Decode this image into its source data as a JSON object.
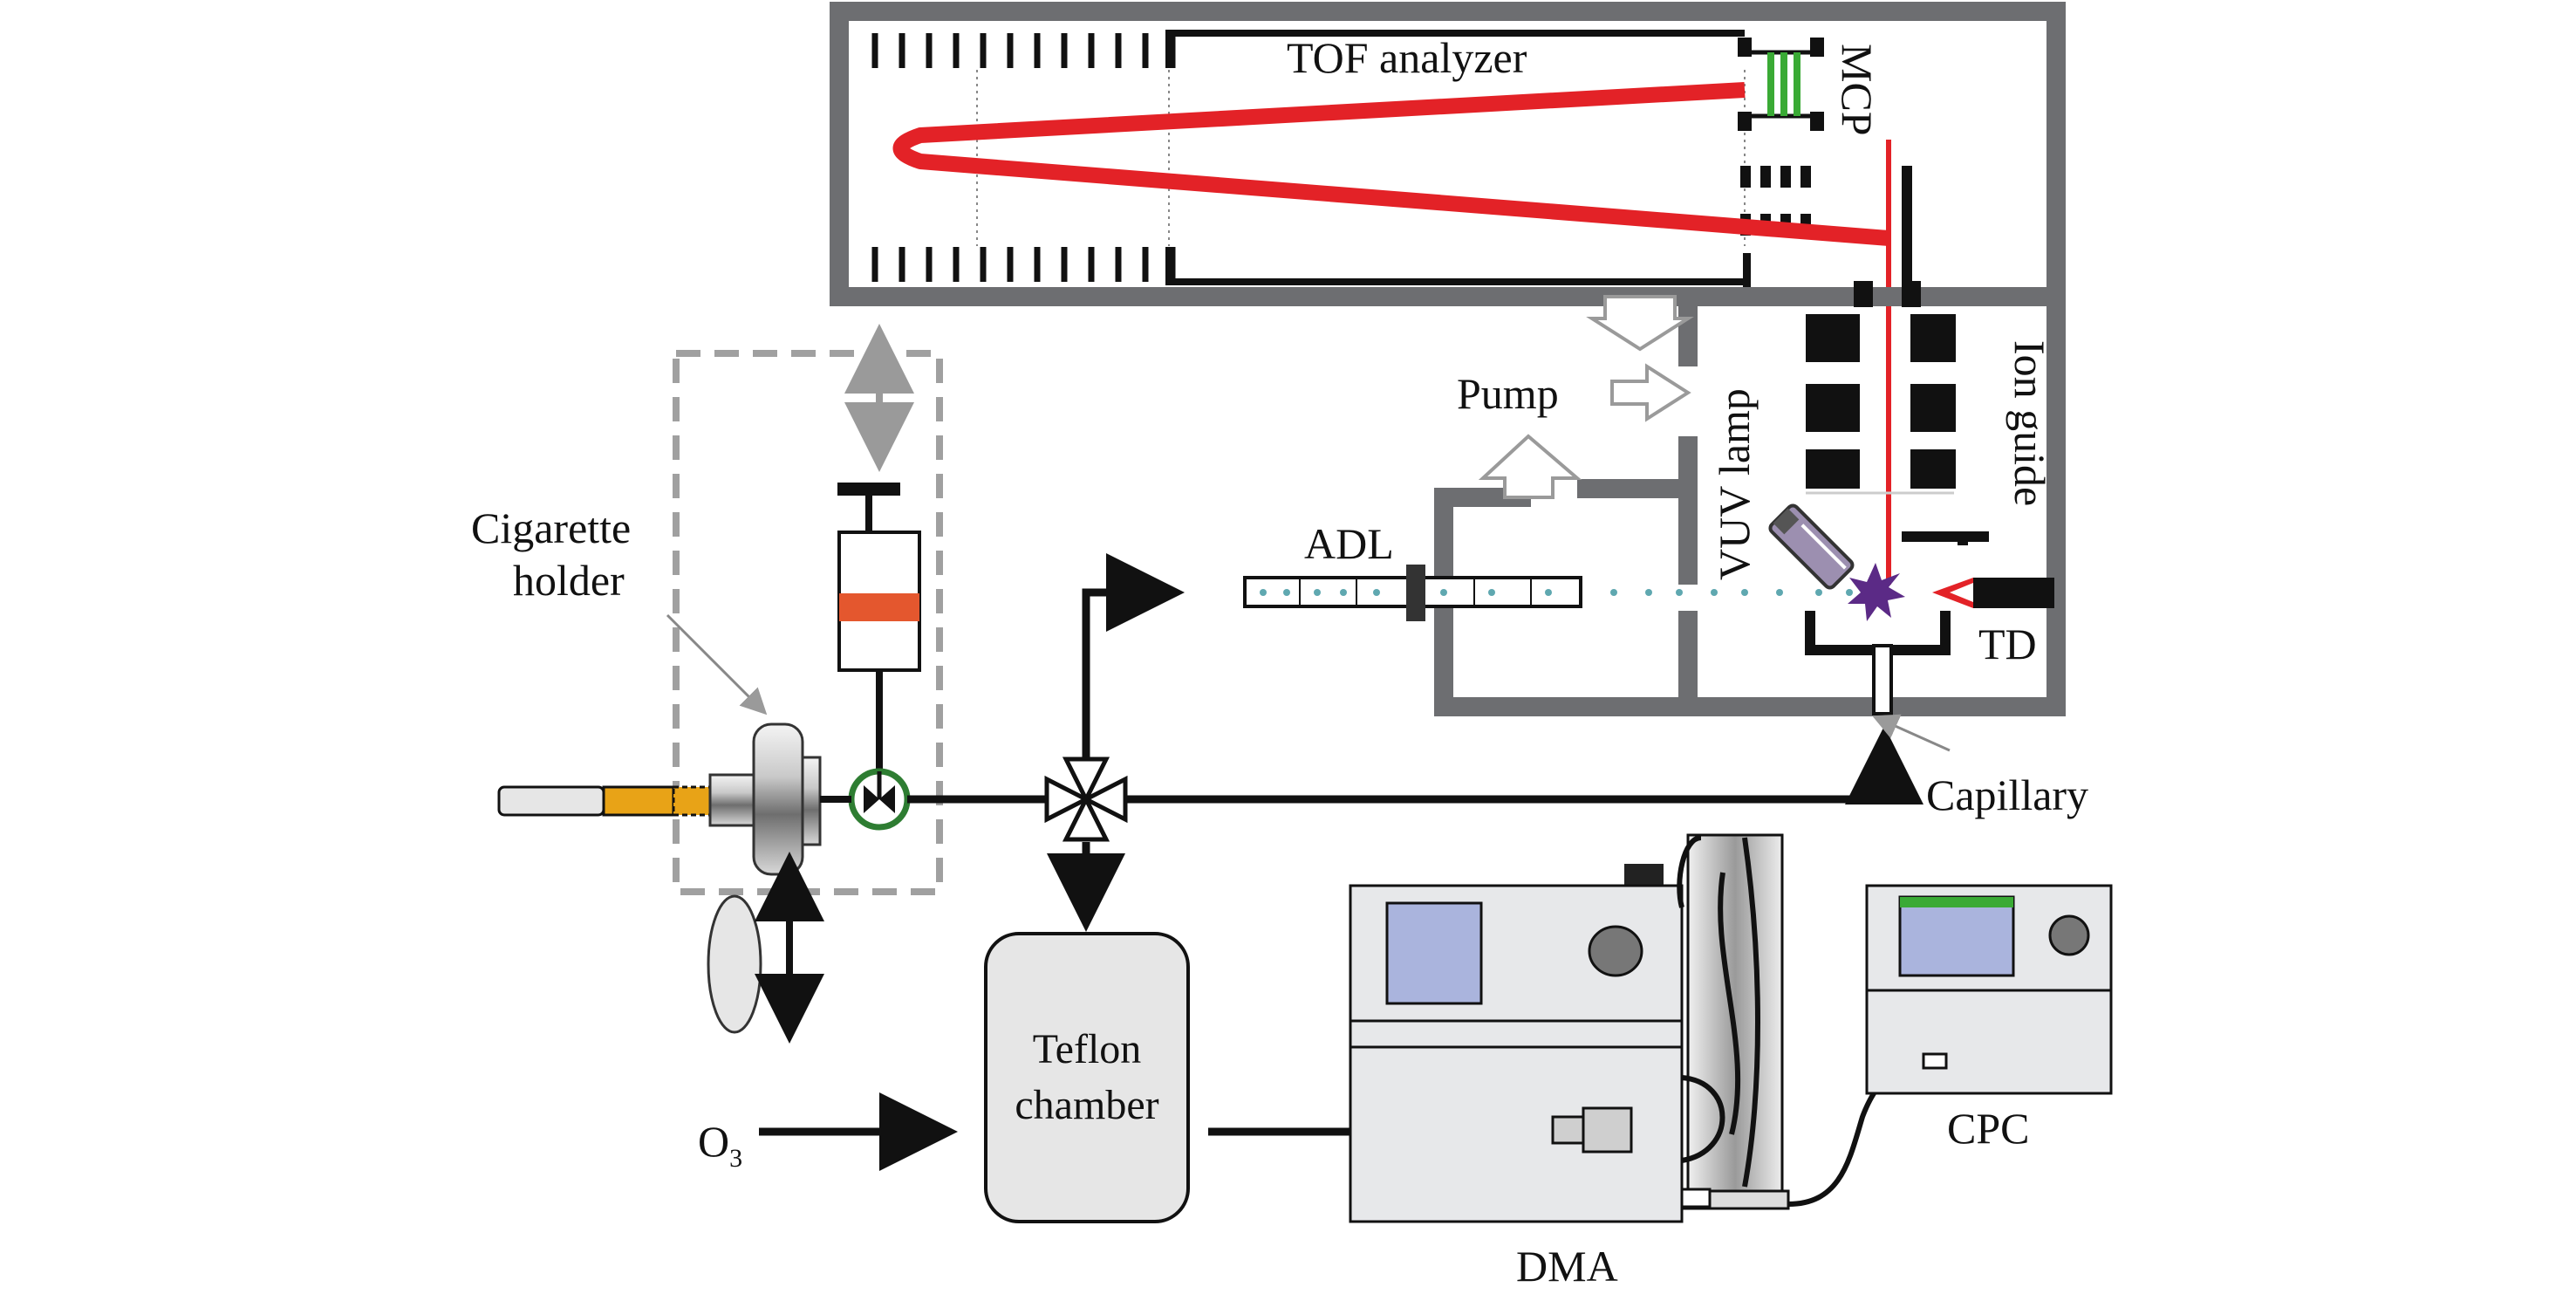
{
  "labels": {
    "tof_analyzer": "TOF analyzer",
    "mcp": "MCP",
    "pump": "Pump",
    "vuv_lamp": "VUV lamp",
    "ion_guide": "Ion guide",
    "adl": "ADL",
    "td": "TD",
    "capillary": "Capillary",
    "cigarette_holder_line1": "Cigarette",
    "cigarette_holder_line2": "holder",
    "teflon_line1": "Teflon",
    "teflon_line2": "chamber",
    "ozone_main": "O",
    "ozone_sub": "3",
    "dma": "DMA",
    "cpc": "CPC"
  },
  "colors": {
    "chamber_wall": "#6d6e71",
    "ion_path": "#e32227",
    "mcp_plate": "#3aaa35",
    "syringe_plunger": "#e4572e",
    "cigarette_filter": "#e8a317",
    "valve_ring": "#2e7d32",
    "vuv_spark": "#5b2a86",
    "screen_blue": "#aab4dd",
    "cpc_strip": "#3aaa35",
    "teflon_fill": "#e6e6e6",
    "instrument_fill": "#e7e8ea"
  }
}
